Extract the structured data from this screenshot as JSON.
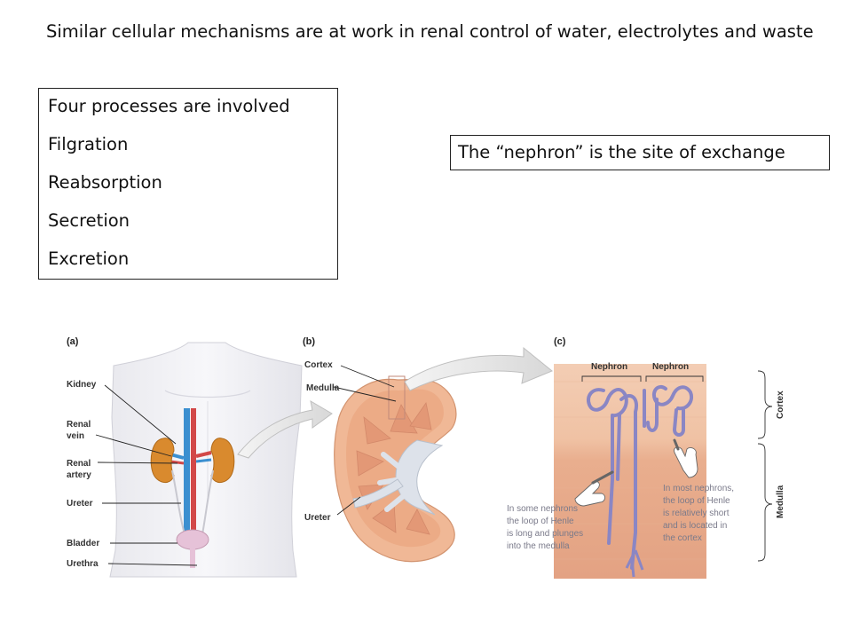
{
  "slide": {
    "title": "Similar cellular mechanisms are at work in renal control of water, electrolytes and waste"
  },
  "processes_box": {
    "lines": [
      "Four processes are involved",
      "Filgration",
      "Reabsorption",
      "Secretion",
      "Excretion"
    ]
  },
  "nephron_box": {
    "text": "The “nephron” is the site of exchange"
  },
  "figure": {
    "panel_a": {
      "label": "(a)",
      "parts": [
        "Kidney",
        "Renal",
        "vein",
        "Renal",
        "artery",
        "Ureter",
        "Bladder",
        "Urethra"
      ]
    },
    "panel_b": {
      "label": "(b)",
      "parts": [
        "Cortex",
        "Medulla",
        "Ureter"
      ]
    },
    "panel_c": {
      "label": "(c)",
      "nephron_labels": [
        "Nephron",
        "Nephron"
      ],
      "zones": [
        "Cortex",
        "Medulla"
      ],
      "note_left": [
        "In some nephrons",
        "the loop of Henle",
        "is long and plunges",
        "into the medulla"
      ],
      "note_right": [
        "In most nephrons,",
        "the loop of Henle",
        "is relatively short",
        "and is located in",
        "the cortex"
      ]
    }
  }
}
